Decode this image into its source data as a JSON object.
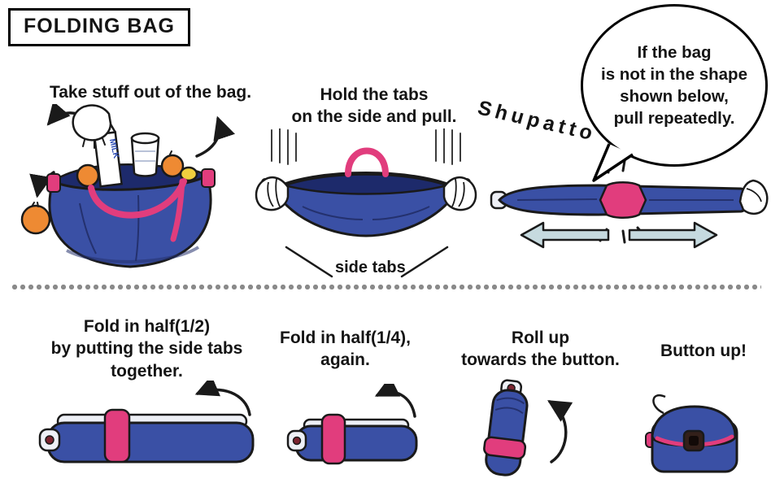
{
  "title": "FOLDING BAG",
  "brand": "Shupatto",
  "bubble": {
    "text": "If the bag\nis not in the shape\nshown below,\npull repeatedly."
  },
  "top_steps": {
    "step1_caption": "Take stuff out of the bag.",
    "step2_caption": "Hold the tabs\non the side and pull.",
    "side_tabs_label": "side tabs"
  },
  "bottom_steps": {
    "step1_caption": "Fold in half(1/2)\nby putting the side tabs\ntogether.",
    "step2_caption": "Fold in half(1/4),\nagain.",
    "step3_caption": "Roll up\ntowards the button.",
    "step4_caption": "Button up!"
  },
  "illustrations": {
    "milk_label": "MILK"
  },
  "colors": {
    "bag_blue": "#3a50a5",
    "bag_dark": "#1d2a6b",
    "bag_shade": "#24316e",
    "pink": "#e13d7d",
    "orange": "#ee8a33",
    "yellow": "#f0cf3e",
    "arrow_fill": "#c6dadf",
    "outline": "#1a1a1a",
    "divider_dots": "#8a8a8a",
    "button_brown": "#33201a",
    "tab_white": "#eef0f6"
  }
}
